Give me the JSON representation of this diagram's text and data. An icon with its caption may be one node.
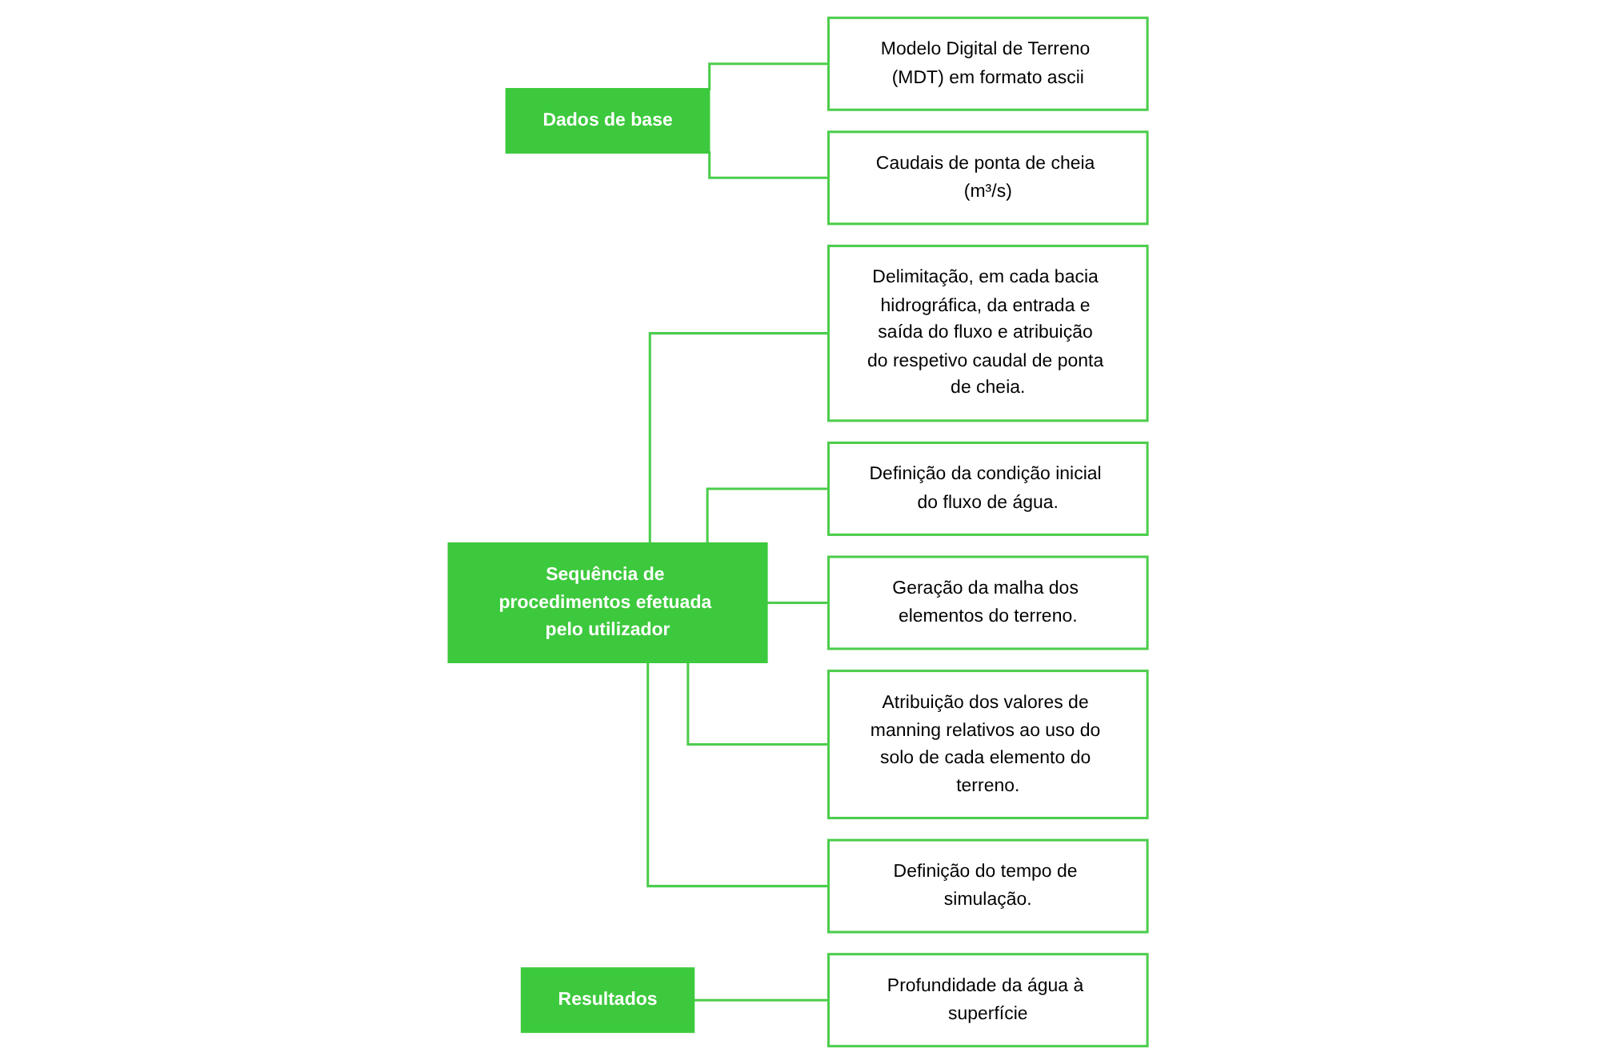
{
  "diagram": {
    "nodes": [
      {
        "text": [
          "Dados de base"
        ]
      },
      {
        "text": [
          "Modelo Digital de Terreno (MDT) em formato ascii"
        ]
      },
      {
        "text": [
          "Caudais de ponta de cheia (m³/s)"
        ]
      },
      {
        "text": [
          "Sequência de procedimentos efetuada pelo utilizador"
        ]
      },
      {
        "text": [
          "Delimitação, em cada bacia hidrográfica, da entrada e saída do fluxo e atribuição do respetivo caudal de ponta de cheia."
        ]
      },
      {
        "text": [
          "Definição da condição inicial do fluxo de água."
        ]
      },
      {
        "text": [
          "Geração da malha dos elementos do terreno."
        ]
      },
      {
        "text": [
          "Atribuição dos valores de manning relativos ao uso do solo de cada elemento do terreno."
        ]
      },
      {
        "text": [
          "Definição do tempo de simulação."
        ]
      },
      {
        "text": [
          "Resultados"
        ]
      },
      {
        "text": [
          "Profundidade da água à superfície"
        ]
      }
    ],
    "edges": [
      {
        "from": 0,
        "to": 1,
        "arrow": "none"
      },
      {
        "from": 0,
        "to": 2,
        "arrow": "none"
      },
      {
        "from": 3,
        "to": 4,
        "arrow": "none"
      },
      {
        "from": 3,
        "to": 5,
        "arrow": "none"
      },
      {
        "from": 3,
        "to": 6,
        "arrow": "none"
      },
      {
        "from": 3,
        "to": 7,
        "arrow": "none"
      },
      {
        "from": 3,
        "to": 8,
        "arrow": "none"
      },
      {
        "from": 9,
        "to": 10,
        "arrow": "none"
      }
    ]
  }
}
